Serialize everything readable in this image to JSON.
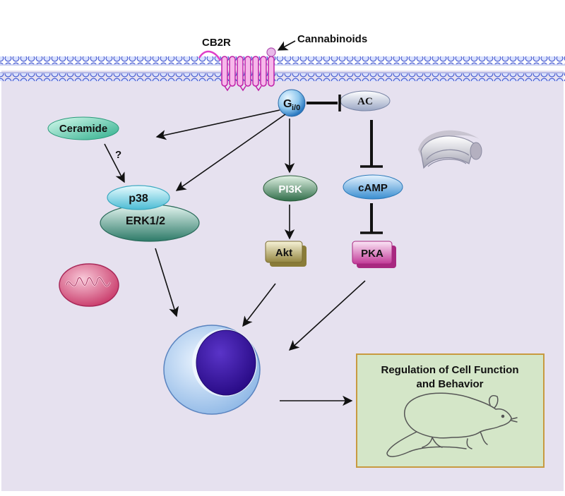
{
  "receptor": {
    "label": "CB2R"
  },
  "ligand": {
    "label": "Cannabinoids"
  },
  "g_protein": {
    "label_main": "G",
    "label_sub": "i/0"
  },
  "nodes": {
    "ac": "AC",
    "ceramide": "Ceramide",
    "question": "?",
    "p38": "p38",
    "erk": "ERK1/2",
    "pi3k": "PI3K",
    "akt": "Akt",
    "camp": "cAMP",
    "pka": "PKA"
  },
  "outcome": {
    "title_line1": "Regulation of Cell Function",
    "title_line2": "and Behavior"
  },
  "colors": {
    "cytoplasm": "#e6e1ef",
    "membrane_bead": "#5a6fd8",
    "receptor": "#e040c8",
    "g_protein": "#3a9ad8",
    "ceramide": "#5fc9a8",
    "erk": "#3a8c7a",
    "p38": "#5ec8d8",
    "pi3k": "#3e7a56",
    "akt": "#a89a52",
    "camp": "#3e9ad2",
    "pka": "#d84aaa",
    "nucleus": "#3a14a0",
    "cell": "#a8c8ee",
    "outcome_box": "#d4e6c8",
    "outcome_border": "#c89a40"
  }
}
